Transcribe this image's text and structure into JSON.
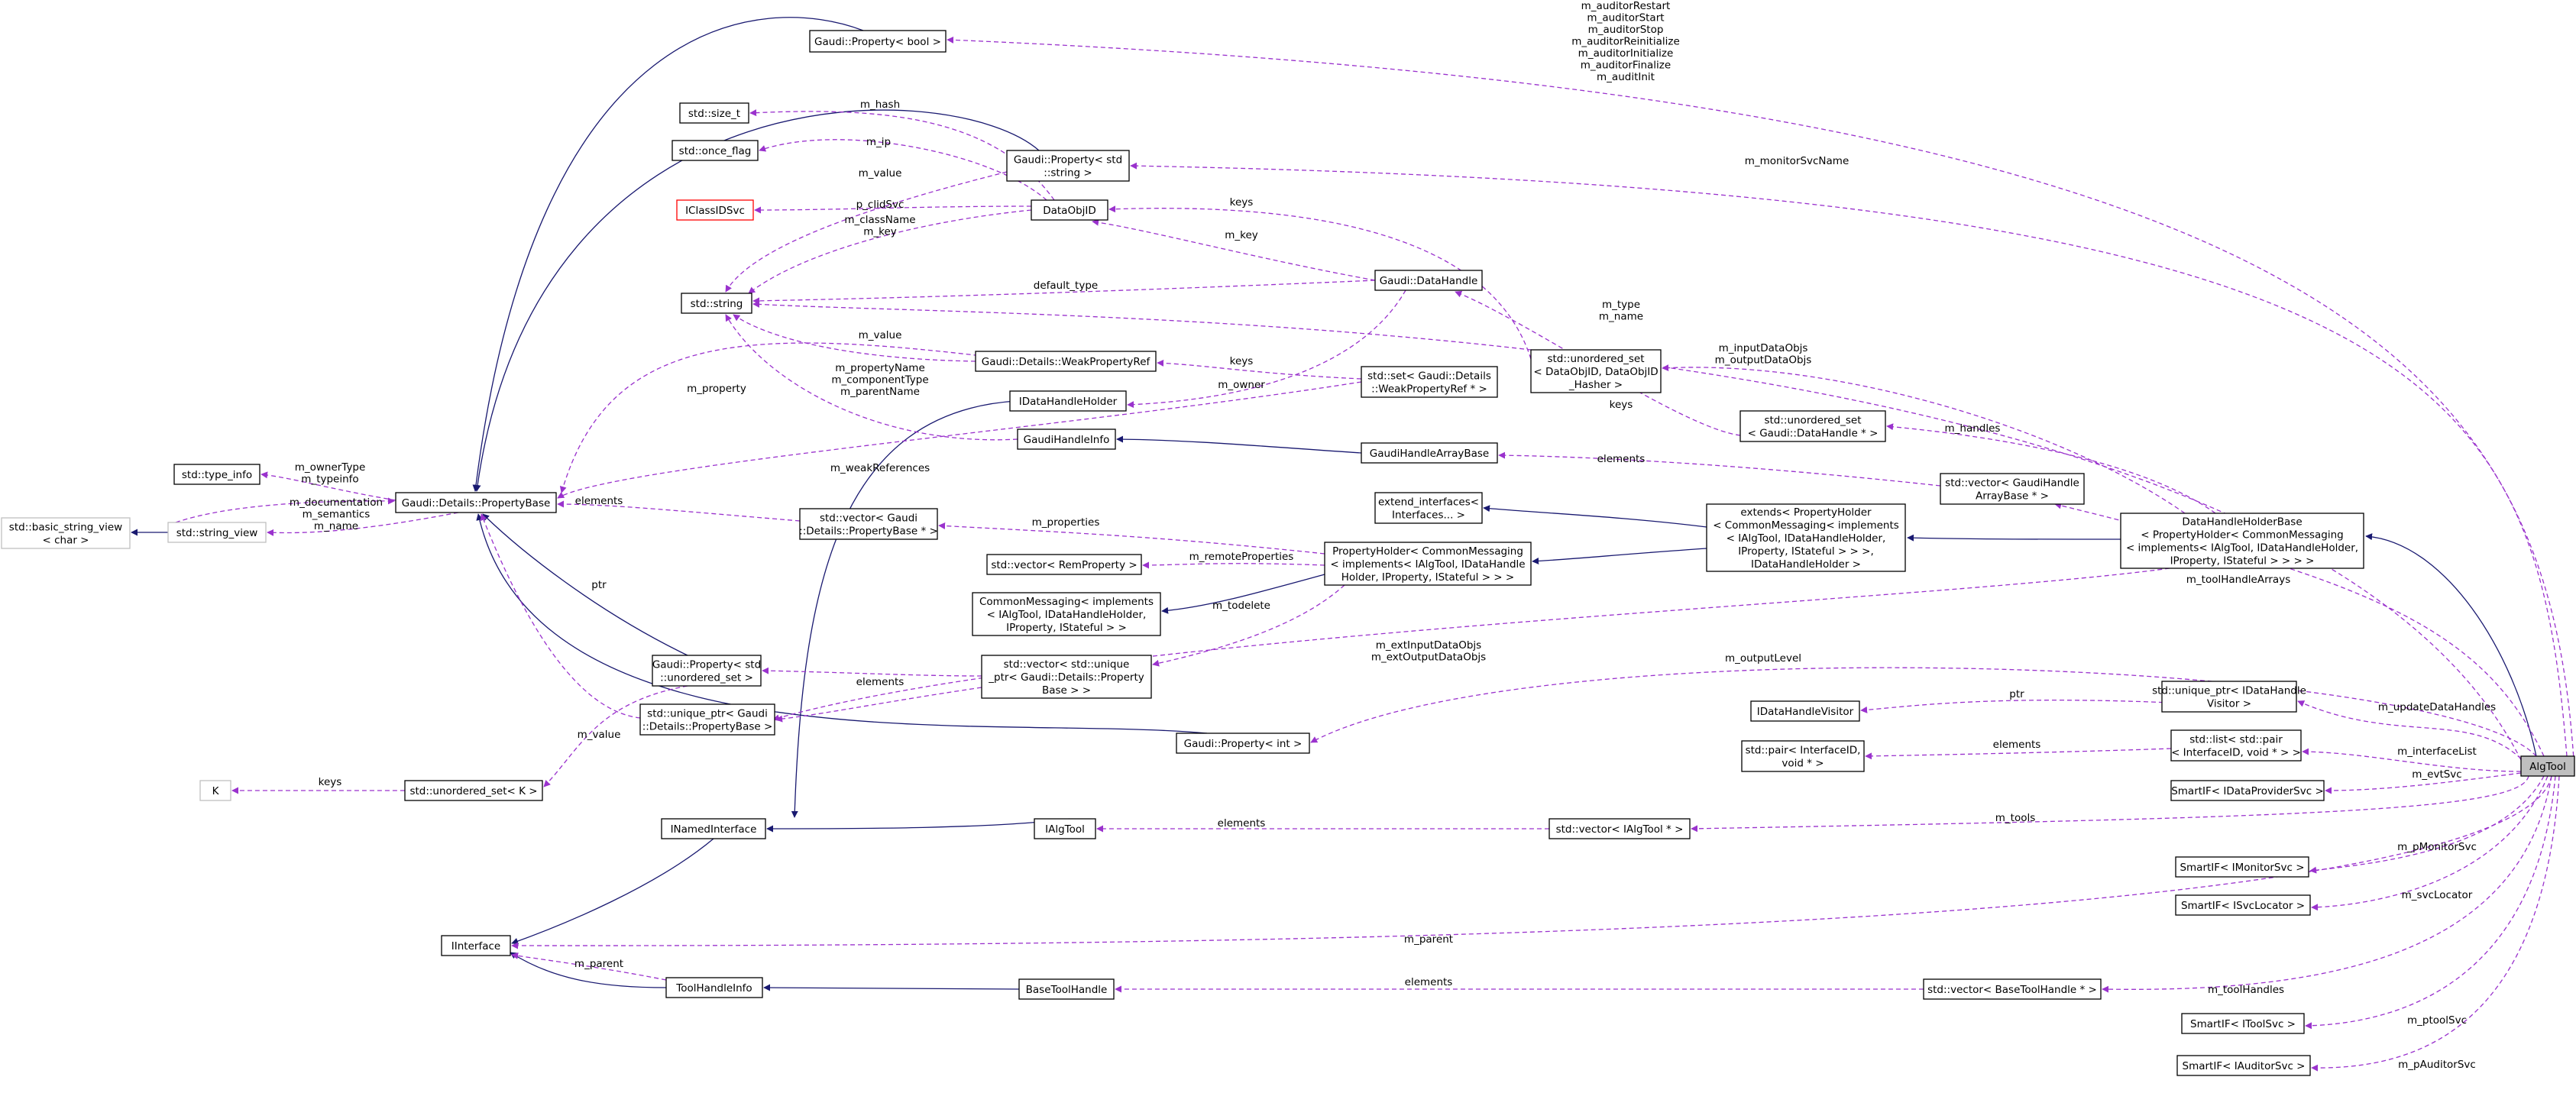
{
  "nodes": {
    "prop_bool": [
      "Gaudi::Property< bool >"
    ],
    "size_t": [
      "std::size_t"
    ],
    "prop_string": [
      "Gaudi::Property< std",
      "::string >"
    ],
    "once_flag": [
      "std::once_flag"
    ],
    "iclassid": [
      "IClassIDSvc"
    ],
    "dataobjid": [
      "DataObjID"
    ],
    "std_string": [
      "std::string"
    ],
    "datahandle": [
      "Gaudi::DataHandle"
    ],
    "unordered_dataobj": [
      "std::unordered_set",
      "< DataObjID, DataObjID",
      "_Hasher >"
    ],
    "weakpropref": [
      "Gaudi::Details::WeakPropertyRef"
    ],
    "set_weak": [
      "std::set< Gaudi::Details",
      "::WeakPropertyRef * >"
    ],
    "idatahandleholder": [
      "IDataHandleHolder"
    ],
    "unordered_dh": [
      "std::unordered_set",
      "< Gaudi::DataHandle * >"
    ],
    "typeinfo": [
      "std::type_info"
    ],
    "gaudihandleinfo": [
      "GaudiHandleInfo"
    ],
    "gaudihandlearraybase": [
      "GaudiHandleArrayBase"
    ],
    "propertybase": [
      "Gaudi::Details::PropertyBase"
    ],
    "basic_sv": [
      "std::basic_string_view",
      "< char >"
    ],
    "string_view": [
      "std::string_view"
    ],
    "vec_propbase": [
      "std::vector< Gaudi",
      "::Details::PropertyBase * >"
    ],
    "extend_if": [
      "extend_interfaces<",
      "Interfaces... >"
    ],
    "vec_gaudihandle": [
      "std::vector< GaudiHandle",
      "ArrayBase * >"
    ],
    "extends_ph": [
      "extends< PropertyHolder",
      "< CommonMessaging< implements",
      "< IAlgTool, IDataHandleHolder,",
      "IProperty, IStateful > > >,",
      "IDataHandleHolder >"
    ],
    "dhholderbase": [
      "DataHandleHolderBase",
      "< PropertyHolder< CommonMessaging",
      "< implements< IAlgTool, IDataHandleHolder,",
      "IProperty, IStateful > > > >"
    ],
    "vec_remprop": [
      "std::vector< RemProperty >"
    ],
    "propholder": [
      "PropertyHolder< CommonMessaging",
      "< implements< IAlgTool, IDataHandle",
      "Holder, IProperty, IStateful > > >"
    ],
    "commonmsg": [
      "CommonMessaging< implements",
      "< IAlgTool, IDataHandleHolder,",
      "IProperty, IStateful > >"
    ],
    "prop_uset": [
      "Gaudi::Property< std",
      "::unordered_set >"
    ],
    "vec_uptr": [
      "std::vector< std::unique",
      "_ptr< Gaudi::Details::Property",
      "Base > >"
    ],
    "uptr_propbase": [
      "std::unique_ptr< Gaudi",
      "::Details::PropertyBase >"
    ],
    "uptr_visitor": [
      "std::unique_ptr< IDataHandle",
      "Visitor >"
    ],
    "idhvisitor": [
      "IDataHandleVisitor"
    ],
    "prop_int": [
      "Gaudi::Property< int >"
    ],
    "pair_if": [
      "std::pair< InterfaceID,",
      "void * >"
    ],
    "list_pair": [
      "std::list< std::pair",
      "< InterfaceID, void * > >"
    ],
    "algtool": [
      "AlgTool"
    ],
    "k": [
      "K"
    ],
    "uset_k": [
      "std::unordered_set< K >"
    ],
    "smartif_dataprov": [
      "SmartIF< IDataProviderSvc >"
    ],
    "inamed": [
      "INamedInterface"
    ],
    "ialgtool": [
      "IAlgTool"
    ],
    "vec_ialgtool": [
      "std::vector< IAlgTool * >"
    ],
    "smartif_monitor": [
      "SmartIF< IMonitorSvc >"
    ],
    "smartif_svcloc": [
      "SmartIF< ISvcLocator >"
    ],
    "iinterface": [
      "IInterface"
    ],
    "toolhandleinfo": [
      "ToolHandleInfo"
    ],
    "basetoolhandle": [
      "BaseToolHandle"
    ],
    "vec_basetool": [
      "std::vector< BaseToolHandle * >"
    ],
    "smartif_tool": [
      "SmartIF< IToolSvc >"
    ],
    "smartif_auditor": [
      "SmartIF< IAuditorSvc >"
    ]
  },
  "edge_labels": {
    "auditors": [
      "m_auditorRestart",
      "m_auditorStart",
      "m_auditorStop",
      "m_auditorReinitialize",
      "m_auditorInitialize",
      "m_auditorFinalize",
      "m_auditInit"
    ],
    "m_monitorSvcName": [
      "m_monitorSvcName"
    ],
    "m_hash": [
      "m_hash"
    ],
    "m_ip": [
      "m_ip"
    ],
    "m_value_top": [
      "m_value"
    ],
    "p_clidSvc": [
      "p_clidSvc"
    ],
    "classname": [
      "m_className",
      "m_key"
    ],
    "keys_top": [
      "keys"
    ],
    "m_key": [
      "m_key"
    ],
    "default_type": [
      "default_type"
    ],
    "m_type_name": [
      "m_type",
      "m_name"
    ],
    "in_out": [
      "m_inputDataObjs",
      "m_outputDataObjs"
    ],
    "m_value_mid": [
      "m_value"
    ],
    "keys_mid": [
      "keys"
    ],
    "m_owner": [
      "m_owner"
    ],
    "m_property": [
      "m_property"
    ],
    "propname": [
      "m_propertyName",
      "m_componentType",
      "m_parentName"
    ],
    "keys_low": [
      "keys"
    ],
    "m_handles": [
      "m_handles"
    ],
    "owner_type": [
      "m_ownerType",
      "m_typeinfo"
    ],
    "elements_gh": [
      "elements"
    ],
    "m_weakReferences": [
      "m_weakReferences"
    ],
    "doc": [
      "m_documentation",
      "m_semantics",
      "m_name"
    ],
    "elements_vp": [
      "elements"
    ],
    "m_properties": [
      "m_properties"
    ],
    "m_remoteProperties": [
      "m_remoteProperties"
    ],
    "m_toolHandleArrays": [
      "m_toolHandleArrays"
    ],
    "ptr_left": [
      "ptr"
    ],
    "m_todelete": [
      "m_todelete"
    ],
    "ext_in_out": [
      "m_extInputDataObjs",
      "m_extOutputDataObjs"
    ],
    "m_outputLevel": [
      "m_outputLevel"
    ],
    "elements_uptr": [
      "elements"
    ],
    "ptr_visitor": [
      "ptr"
    ],
    "m_updateDataHandles": [
      "m_updateDataHandles"
    ],
    "m_value_low": [
      "m_value"
    ],
    "elements_pair": [
      "elements"
    ],
    "m_interfaceList": [
      "m_interfaceList"
    ],
    "keys_k": [
      "keys"
    ],
    "m_evtSvc": [
      "m_evtSvc"
    ],
    "elements_tools": [
      "elements"
    ],
    "m_tools": [
      "m_tools"
    ],
    "m_pMonitorSvc": [
      "m_pMonitorSvc"
    ],
    "m_svcLocator": [
      "m_svcLocator"
    ],
    "m_parent_top": [
      "m_parent"
    ],
    "m_parent_low": [
      "m_parent"
    ],
    "elements_bth": [
      "elements"
    ],
    "m_toolHandles": [
      "m_toolHandles"
    ],
    "m_ptoolSvc": [
      "m_ptoolSvc"
    ],
    "m_pAuditorSvc": [
      "m_pAuditorSvc"
    ]
  },
  "colors": {
    "inheritance_edge": "#191970",
    "usage_edge": "#9a32cd",
    "focus_node_fill": "#bfbfbf",
    "missing_class_border": "#ff0000",
    "external_class_border": "#bfbfbf"
  }
}
